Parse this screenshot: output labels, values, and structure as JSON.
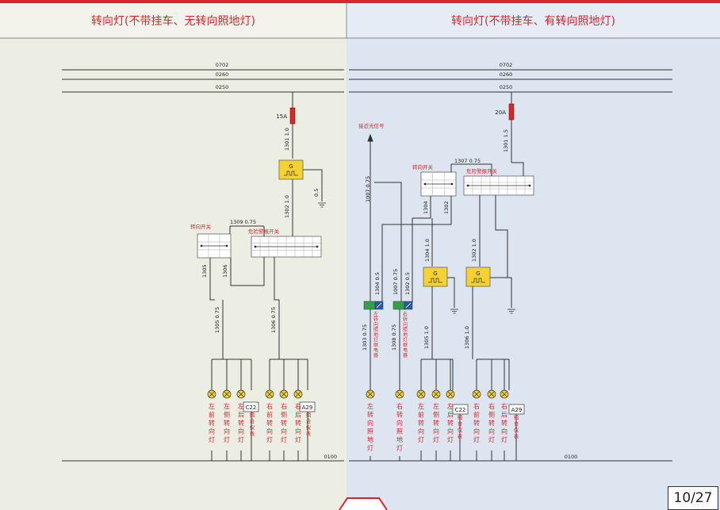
{
  "left_panel": {
    "title": "转向灯(不带挂车、无转向照地灯)",
    "bus_lines": [
      "0702",
      "0260",
      "0250"
    ],
    "ground_line": "0100",
    "fuse": "15A",
    "flasher_label": "G",
    "wire_labels": {
      "fuse_to_flasher": "1301 1.0",
      "flasher_to_switch": "1302 1.0",
      "flasher_ground": "0.5",
      "switch_link": "1309 0.75",
      "switch_out_left": "1305",
      "switch_out_right": "1306",
      "bus_left": "1305 0.75",
      "bus_right": "1306 0.75"
    },
    "switch_label": "转向开关",
    "hazard_label": "危险警报开关",
    "lamps": [
      {
        "label": "左前转向灯"
      },
      {
        "label": "左侧转向灯"
      },
      {
        "label": "左后转向灯"
      },
      {
        "label": "C22",
        "sub": "组合仪表"
      },
      {
        "label": "右前转向灯"
      },
      {
        "label": "右侧转向灯"
      },
      {
        "label": "右后转向灯"
      },
      {
        "label": "A29",
        "sub": "组合仪表"
      }
    ]
  },
  "right_panel": {
    "title": "转向灯(不带挂车、有转向照地灯)",
    "bus_lines": [
      "0702",
      "0260",
      "0250"
    ],
    "ground_line": "0100",
    "fuse": "20A",
    "flasher_label": "G",
    "dip_signal": "接近光信号",
    "switch_label": "转向开关",
    "hazard_label": "危险警报开关",
    "wire_labels": {
      "fuse_wire": "1301 1.5",
      "switch_link": "1307 0.75",
      "dip_wire": "1007 0.75",
      "sw_1304": "1304",
      "sw_1302": "1302",
      "flasher1_in": "1304 1.0",
      "flasher2_in": "1302 1.0",
      "relay1_in": "1304 0.5",
      "relay2_in": "1007 0.75",
      "relay2_in_b": "1302 0.5",
      "relay1_out": "1303 0.75",
      "relay2_out": "1308 0.75",
      "bus_left": "1305 1.0",
      "bus_right": "1306 1.0"
    },
    "relays": [
      {
        "label": "左转向照地灯继电器"
      },
      {
        "label": "右转向照地灯继电器"
      }
    ],
    "lamps": [
      {
        "label": "左转向照地灯"
      },
      {
        "label": "右转向照地灯"
      },
      {
        "label": "左前转向灯"
      },
      {
        "label": "左侧转向灯"
      },
      {
        "label": "左后转向灯"
      },
      {
        "label": "C22",
        "sub": "组合仪表"
      },
      {
        "label": "右前转向灯"
      },
      {
        "label": "右侧转向灯"
      },
      {
        "label": "右后转向灯"
      },
      {
        "label": "A29",
        "sub": "组合仪表"
      }
    ]
  },
  "page_number": "10/27",
  "colors": {
    "accent": "#d8282b",
    "left_bg": "#eceee4",
    "right_bg": "#dde5f0",
    "flasher": "#f5d234",
    "relay_green": "#2fa34a",
    "relay_blue": "#2a5aa8"
  }
}
